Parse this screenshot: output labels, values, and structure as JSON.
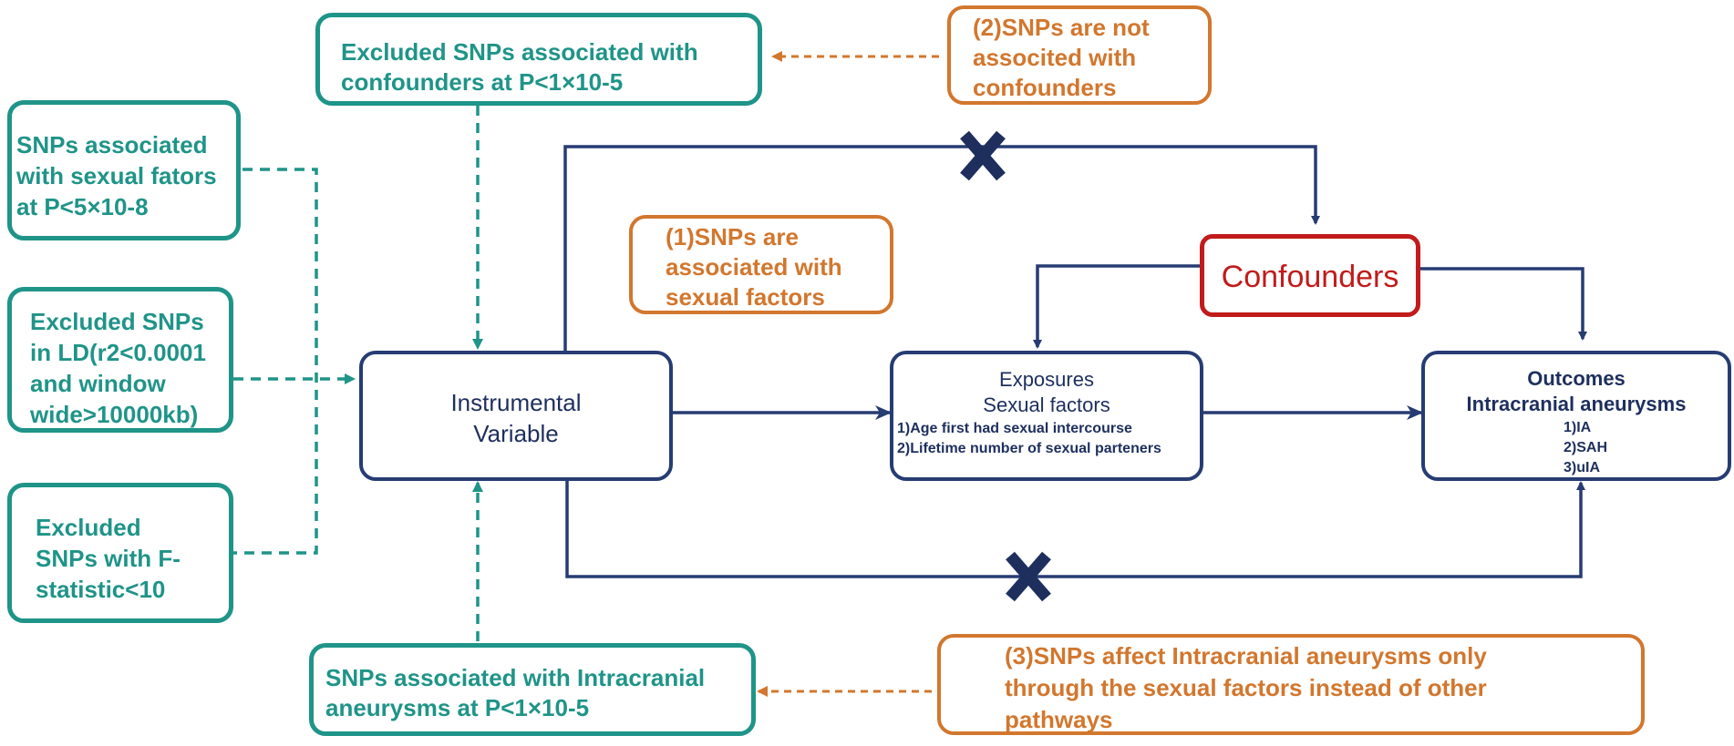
{
  "boxes": {
    "excluded_confounders": [
      "Excluded SNPs associated with",
      "confounders at P<1×10-5"
    ],
    "not_associated_confounders": [
      "(2)SNPs are not",
      "associted with",
      "confounders"
    ],
    "snps_sexual_factors": [
      "SNPs associated",
      "with sexual fators",
      "at P<5×10-8"
    ],
    "excluded_ld": [
      "Excluded SNPs",
      "in LD(r2<0.0001",
      "and window",
      "wide>10000kb)"
    ],
    "excluded_f_statistic": [
      "Excluded",
      "SNPs with F-",
      "statistic<10"
    ],
    "associated_sexual_factors": [
      "(1)SNPs are",
      "associated with",
      "sexual factors"
    ],
    "confounders": "Confounders",
    "instrumental_variable": [
      "Instrumental",
      "Variable"
    ],
    "exposures": {
      "title": "Exposures",
      "subtitle": "Sexual factors",
      "items": [
        "1)Age first had sexual intercourse",
        "2)Lifetime number of sexual parteners"
      ]
    },
    "outcomes": {
      "title": "Outcomes",
      "subtitle": "Intracranial aneurysms",
      "items": [
        "1)IA",
        "2)SAH",
        "3)uIA"
      ]
    },
    "snps_intracranial": [
      "SNPs associated with Intracranial",
      "aneurysms at P<1×10-5"
    ],
    "affect_only_through": [
      "(3)SNPs affect Intracranial aneurysms only",
      "through the sexual factors instead of other",
      "pathways"
    ]
  },
  "colors": {
    "teal": "#1f9488",
    "orange": "#d2772e",
    "navy": "#263c73",
    "red": "#c11b1b"
  }
}
